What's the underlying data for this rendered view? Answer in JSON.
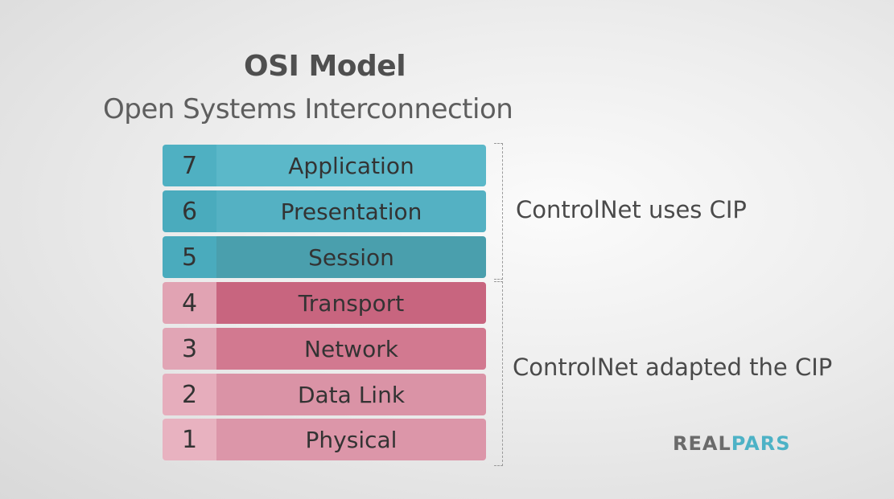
{
  "header": {
    "title": "OSI Model",
    "subtitle": "Open Systems Interconnection"
  },
  "layers": [
    {
      "number": "7",
      "name": "Application",
      "num_color": "#4fb0c2",
      "name_color": "#5bb8c9"
    },
    {
      "number": "6",
      "name": "Presentation",
      "num_color": "#4aabbd",
      "name_color": "#54b1c3"
    },
    {
      "number": "5",
      "name": "Session",
      "num_color": "#4aabbd",
      "name_color": "#4a9fad"
    },
    {
      "number": "4",
      "name": "Transport",
      "num_color": "#e1a3b3",
      "name_color": "#c8657f"
    },
    {
      "number": "3",
      "name": "Network",
      "num_color": "#e1a5b5",
      "name_color": "#d27990"
    },
    {
      "number": "2",
      "name": "Data Link",
      "num_color": "#e6adbc",
      "name_color": "#da93a6"
    },
    {
      "number": "1",
      "name": "Physical",
      "num_color": "#e8b2c0",
      "name_color": "#dc96a9"
    }
  ],
  "annotations": {
    "upper": "ControlNet uses CIP",
    "lower": "ControlNet adapted the CIP"
  },
  "logo": {
    "part1": "REAL",
    "part2": "PARS",
    "color1": "#6b6b6b",
    "color2": "#4db2c6"
  }
}
